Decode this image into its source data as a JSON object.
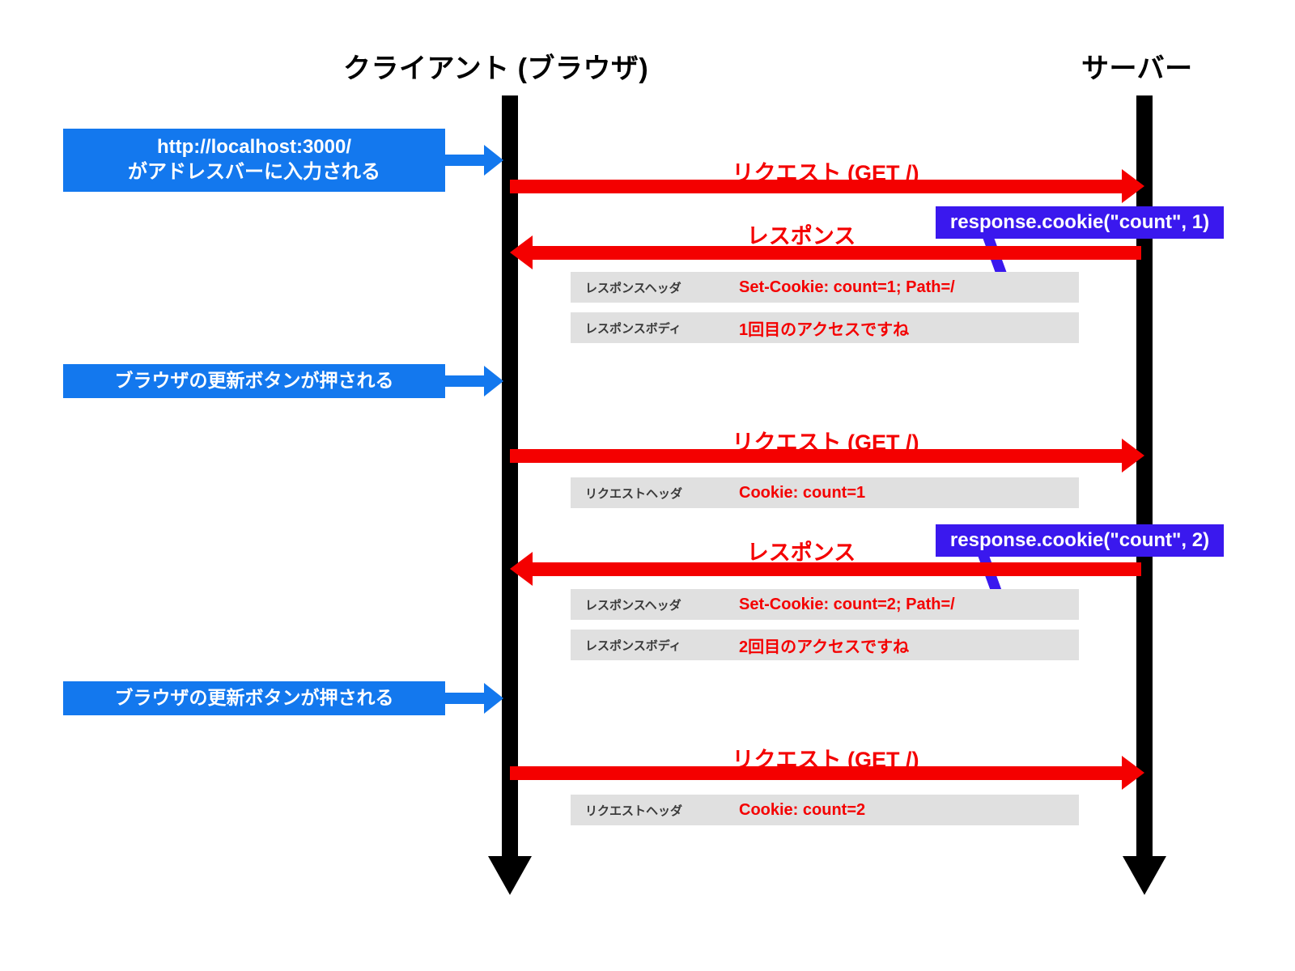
{
  "diagram": {
    "title_client": "クライアント (ブラウザ)",
    "title_server": "サーバー",
    "colors": {
      "blue": "#1378ee",
      "red": "#f40000",
      "purple": "#3a18ee",
      "gray": "#e0e0e0",
      "black": "#000000"
    }
  },
  "events": [
    {
      "label_line1": "http://localhost:3000/",
      "label_line2": "がアドレスバーに入力される"
    },
    {
      "label_line1": "ブラウザの更新ボタンが押される",
      "label_line2": ""
    },
    {
      "label_line1": "ブラウザの更新ボタンが押される",
      "label_line2": ""
    }
  ],
  "messages": [
    {
      "label": "リクエスト (GET /)",
      "direction": "right"
    },
    {
      "label": "レスポンス",
      "direction": "left"
    },
    {
      "label": "リクエスト (GET /)",
      "direction": "right"
    },
    {
      "label": "レスポンス",
      "direction": "left"
    },
    {
      "label": "リクエスト (GET /)",
      "direction": "right"
    }
  ],
  "detail_rows": [
    {
      "key": "レスポンスヘッダ",
      "value": "Set-Cookie: count=1; Path=/"
    },
    {
      "key": "レスポンスボディ",
      "value": "1回目のアクセスですね"
    },
    {
      "key": "リクエストヘッダ",
      "value": "Cookie: count=1"
    },
    {
      "key": "レスポンスヘッダ",
      "value": "Set-Cookie: count=2; Path=/"
    },
    {
      "key": "レスポンスボディ",
      "value": "2回目のアクセスですね"
    },
    {
      "key": "リクエストヘッダ",
      "value": "Cookie: count=2"
    }
  ],
  "callouts": [
    {
      "code": "response.cookie(\"count\", 1)"
    },
    {
      "code": "response.cookie(\"count\", 2)"
    }
  ]
}
